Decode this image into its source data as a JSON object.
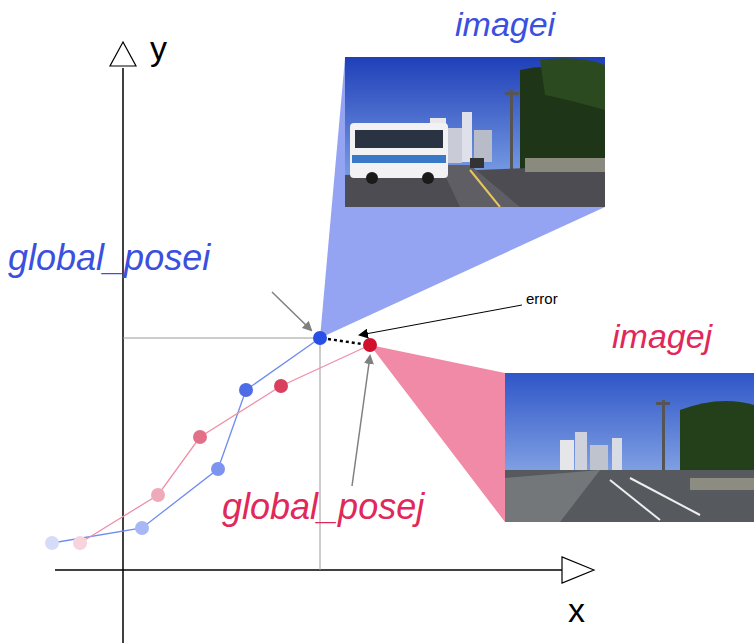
{
  "diagram": {
    "labels": [
      "y",
      "x",
      "imagei",
      "global_posei",
      "error",
      "imagej",
      "global_posej"
    ]
  }
}
